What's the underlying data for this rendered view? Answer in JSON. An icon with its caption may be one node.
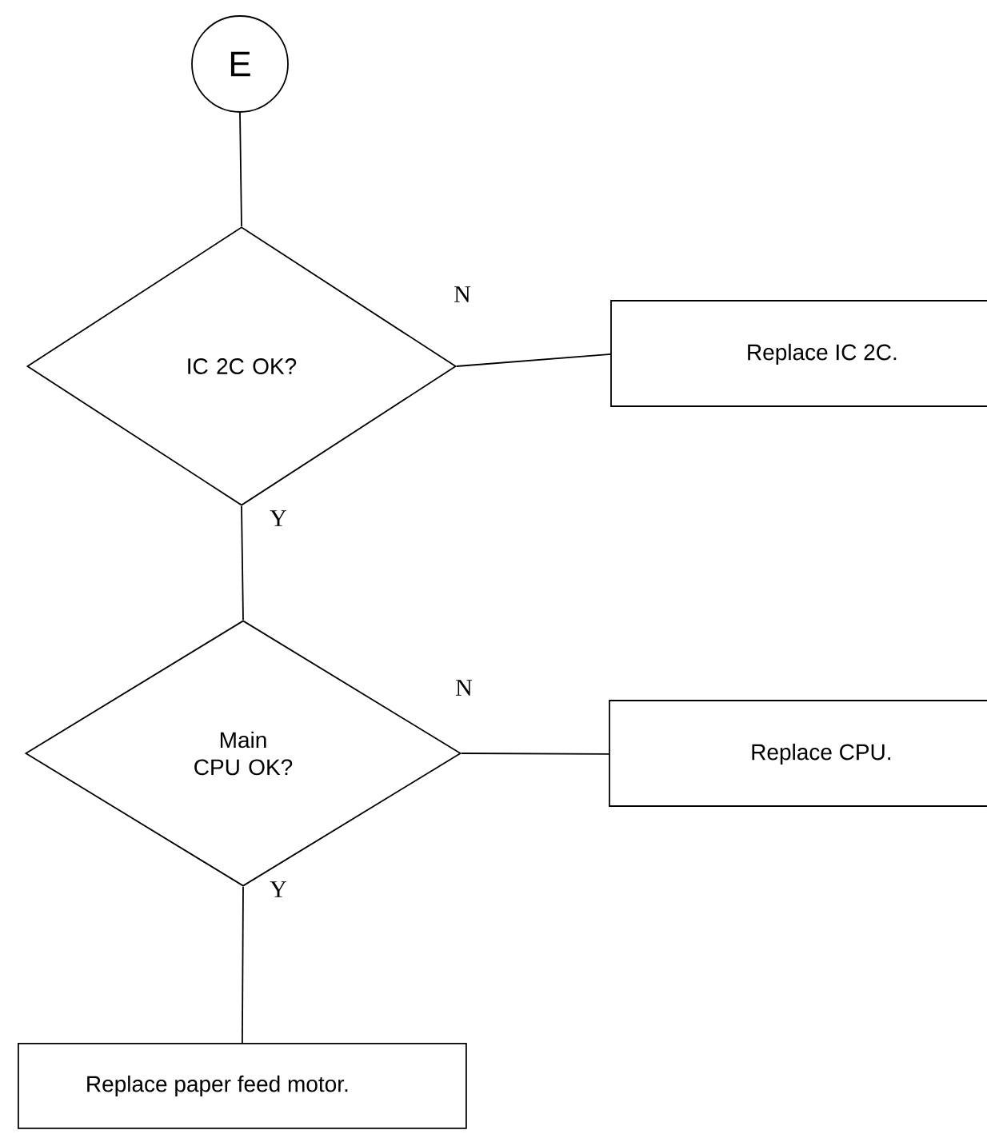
{
  "diagram": {
    "nodes": [
      {
        "text": [
          "E"
        ]
      },
      {
        "text": [
          "IC 2C OK?"
        ]
      },
      {
        "text": [
          "Replace IC 2C."
        ]
      },
      {
        "text": [
          "Main CPU OK?"
        ]
      },
      {
        "text": [
          "Replace CPU."
        ]
      },
      {
        "text": [
          "Replace paper feed motor."
        ]
      }
    ],
    "edges": [
      {
        "from": 0,
        "to": 1,
        "arrow": "none"
      },
      {
        "from": 1,
        "to": 2,
        "arrow": "none",
        "label": "N"
      },
      {
        "from": 1,
        "to": 3,
        "arrow": "none",
        "label": "Y"
      },
      {
        "from": 3,
        "to": 4,
        "arrow": "none",
        "label": "N"
      },
      {
        "from": 3,
        "to": 5,
        "arrow": "none",
        "label": "Y"
      }
    ]
  }
}
